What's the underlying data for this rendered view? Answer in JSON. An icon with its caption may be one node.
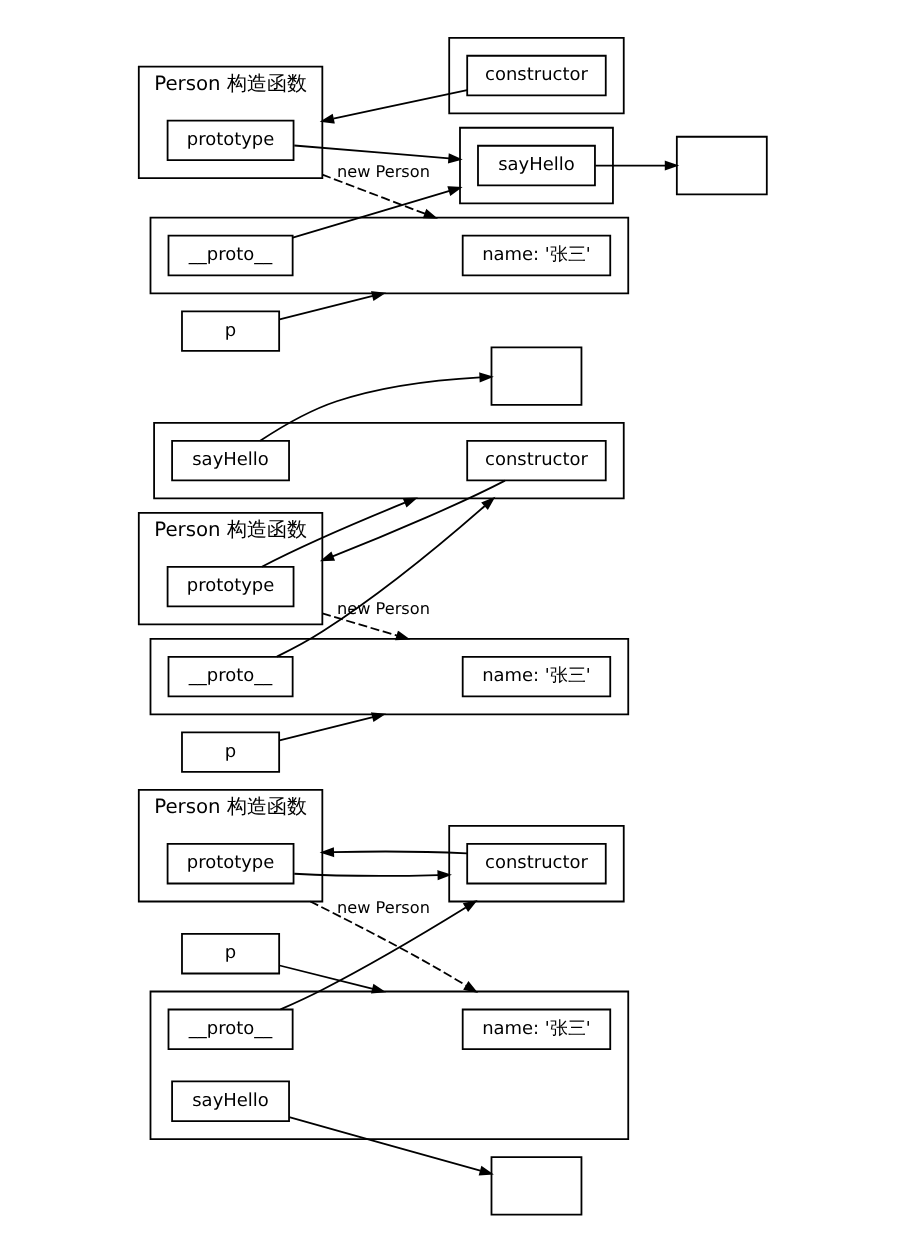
{
  "diagram": {
    "nodes": [
      {
        "text": [
          "Person 构造函数"
        ]
      },
      {
        "text": [
          "prototype"
        ],
        "in": 0
      },
      {
        "text": [],
        "shape": "box"
      },
      {
        "text": [
          "constructor"
        ],
        "in": 2
      },
      {
        "text": [
          "p"
        ]
      },
      {
        "text": [],
        "shape": "box"
      },
      {
        "text": [
          "name: '张三'"
        ],
        "in": 5
      },
      {
        "text": [
          "__proto__"
        ],
        "in": 5
      },
      {
        "text": [
          "sayHello"
        ],
        "in": 5
      },
      {
        "text": [],
        "shape": "box"
      },
      {
        "text": [
          "Person 构造函数"
        ]
      },
      {
        "text": [
          "prototype"
        ],
        "in": 10
      },
      {
        "text": [],
        "shape": "box"
      },
      {
        "text": [
          "constructor"
        ],
        "in": 12
      },
      {
        "text": [
          "sayHello"
        ],
        "in": 12
      },
      {
        "text": [],
        "shape": "box"
      },
      {
        "text": [
          "p"
        ]
      },
      {
        "text": [],
        "shape": "box"
      },
      {
        "text": [
          "name: '张三'"
        ],
        "in": 17
      },
      {
        "text": [
          "__proto__"
        ],
        "in": 17
      },
      {
        "text": [
          "Person 构造函数"
        ]
      },
      {
        "text": [
          "prototype"
        ],
        "in": 20
      },
      {
        "text": [],
        "shape": "box"
      },
      {
        "text": [
          "constructor"
        ],
        "in": 22
      },
      {
        "text": [],
        "shape": "box"
      },
      {
        "text": [
          "sayHello"
        ],
        "in": 24
      },
      {
        "text": [],
        "shape": "box"
      },
      {
        "text": [
          "p"
        ]
      },
      {
        "text": [],
        "shape": "box"
      },
      {
        "text": [
          "name: '张三'"
        ],
        "in": 28
      },
      {
        "text": [
          "__proto__"
        ],
        "in": 28
      }
    ],
    "edges": [
      {
        "from": 1,
        "to": 2,
        "arrow": "to"
      },
      {
        "from": 3,
        "to": 0,
        "arrow": "to"
      },
      {
        "from": 0,
        "to": 5,
        "arrow": "to",
        "label": "new Person",
        "style": "dashed"
      },
      {
        "from": 4,
        "to": 5,
        "arrow": "to"
      },
      {
        "from": 7,
        "to": 2,
        "arrow": "to"
      },
      {
        "from": 8,
        "to": 9,
        "arrow": "to"
      },
      {
        "from": 13,
        "to": 10,
        "arrow": "to"
      },
      {
        "from": 11,
        "to": 12,
        "arrow": "to"
      },
      {
        "from": 10,
        "to": 17,
        "arrow": "to",
        "label": "new Person",
        "style": "dashed"
      },
      {
        "from": 14,
        "to": 15,
        "arrow": "to"
      },
      {
        "from": 16,
        "to": 17,
        "arrow": "to"
      },
      {
        "from": 19,
        "to": 12,
        "arrow": "to"
      },
      {
        "from": 23,
        "to": 20,
        "arrow": "to"
      },
      {
        "from": 21,
        "to": 24,
        "arrow": "to"
      },
      {
        "from": 20,
        "to": 28,
        "arrow": "to",
        "label": "new Person",
        "style": "dashed"
      },
      {
        "from": 25,
        "to": 26,
        "arrow": "to"
      },
      {
        "from": 27,
        "to": 28,
        "arrow": "to"
      },
      {
        "from": 30,
        "to": 24,
        "arrow": "to"
      }
    ]
  }
}
